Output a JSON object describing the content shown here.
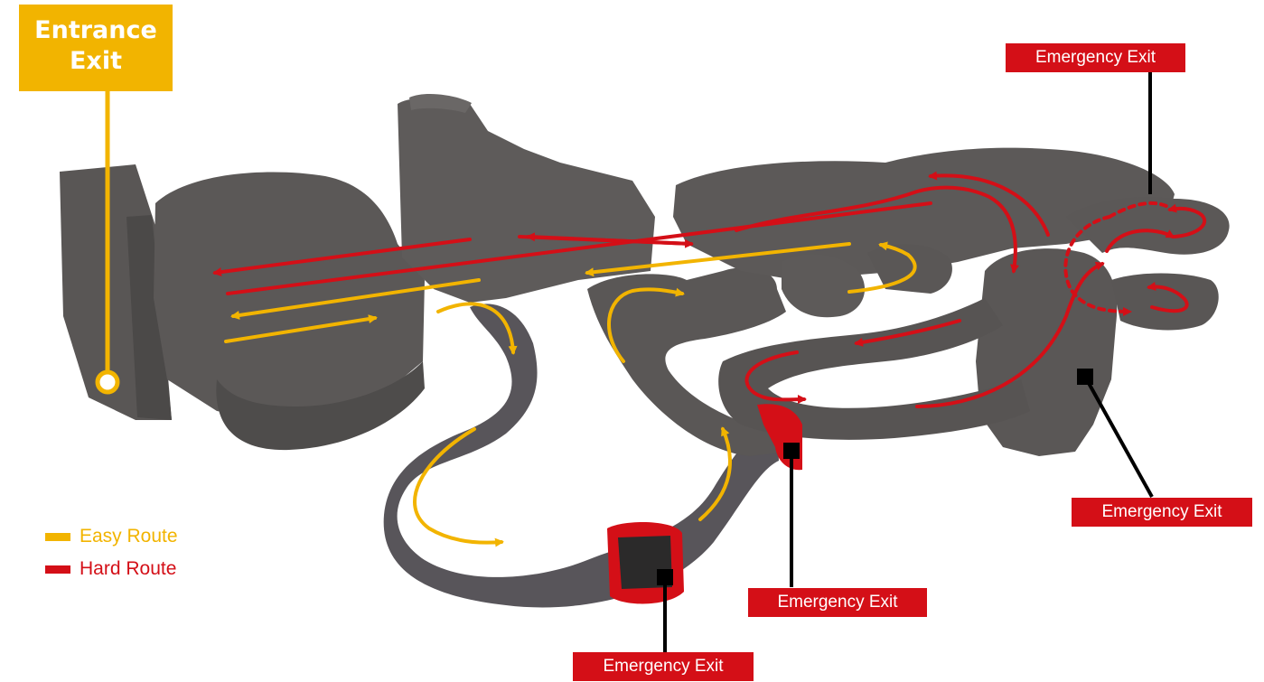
{
  "entrance": {
    "line1": "Entrance",
    "line2": "Exit"
  },
  "emergency_exits": [
    {
      "label": "Emergency Exit"
    },
    {
      "label": "Emergency Exit"
    },
    {
      "label": "Emergency Exit"
    },
    {
      "label": "Emergency Exit"
    }
  ],
  "legend": {
    "easy": {
      "label": "Easy Route",
      "color": "#f2b400"
    },
    "hard": {
      "label": "Hard Route",
      "color": "#d40f17"
    }
  },
  "colors": {
    "cave": "#5a5756",
    "cave_shade": "#4a4847",
    "easy": "#f2b400",
    "hard": "#d40f17",
    "leader": "#000000"
  }
}
